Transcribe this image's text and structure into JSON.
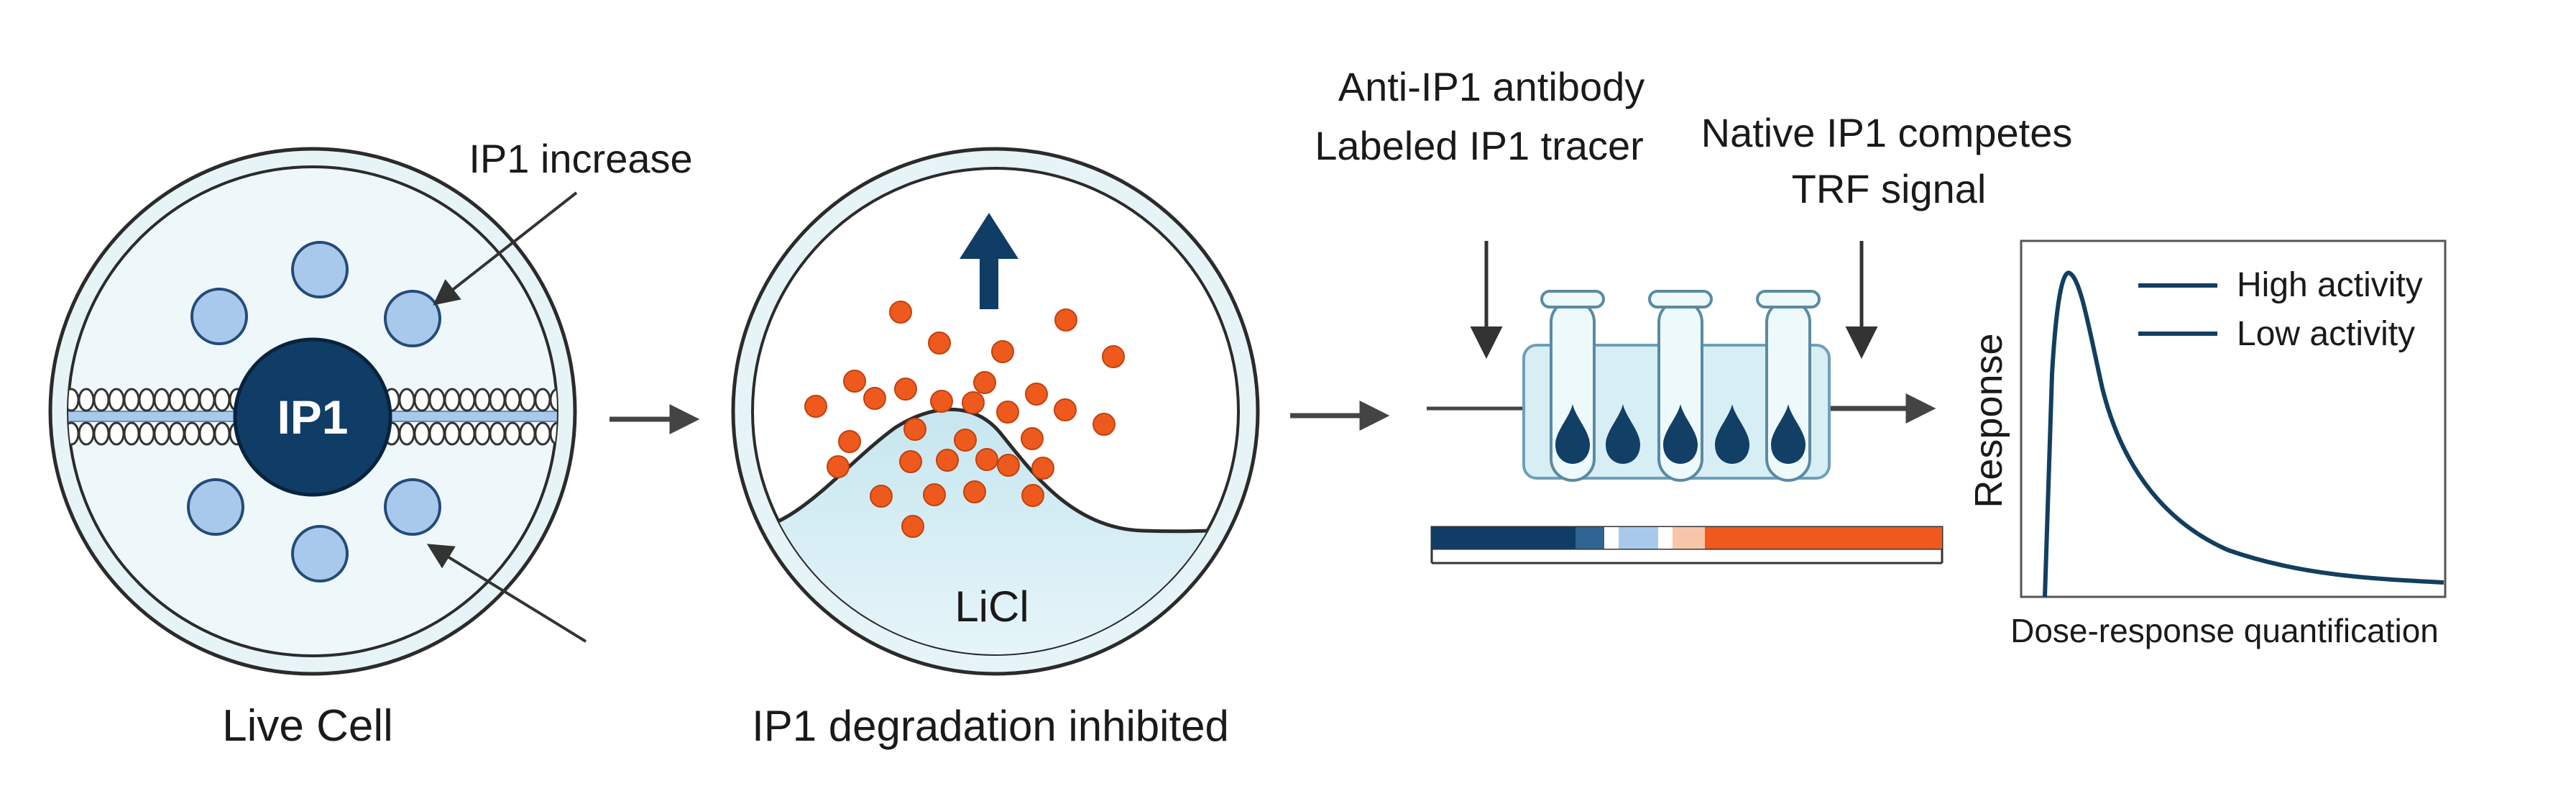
{
  "colors": {
    "navy": "#0f3d66",
    "light_blue": "#a9c9ec",
    "cell_fill": "#e6f4f8",
    "cell_stroke": "#2b2b2b",
    "orange": "#ee5a1e",
    "arrow_gray": "#444444",
    "curve": "#123f5f"
  },
  "panel1": {
    "title": "Live Cell",
    "center_label": "IP1",
    "callout": "IP1 increase"
  },
  "panel2": {
    "title": "IP1 degradation inhibited",
    "reagent": "LiCl"
  },
  "panel3": {
    "label_line1": "Anti-IP1 antibody",
    "label_line2": "Labeled IP1 tracer",
    "label_line3": "Native IP1 competes",
    "label_line4": "TRF signal"
  },
  "panel4": {
    "ylabel": "Response",
    "xlabel": "Dose-response quantification",
    "legend": [
      "High activity",
      "Low activity"
    ]
  },
  "icons": {
    "flow_arrow": "arrow-right-icon",
    "up_arrow": "arrow-up-icon",
    "drop": "drop-icon",
    "tube": "test-tube-icon"
  }
}
